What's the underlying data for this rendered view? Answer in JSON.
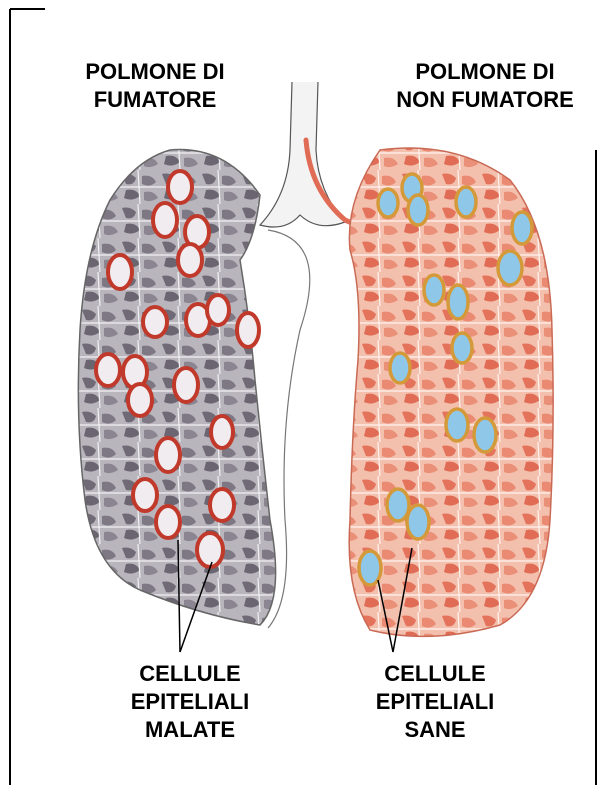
{
  "labels": {
    "smoker_lung": [
      "POLMONE DI",
      "FUMATORE"
    ],
    "nonsmoker_lung": [
      "POLMONE DI",
      "NON FUMATORE"
    ],
    "sick_cells": [
      "CELLULE",
      "EPITELIALI",
      "MALATE"
    ],
    "healthy_cells": [
      "CELLULE",
      "EPITELIALI",
      "SANE"
    ]
  },
  "colors": {
    "smoker_tissue": "#8a8590",
    "smoker_tissue_light": "#c9c6cc",
    "smoker_cell_border": "#c0392b",
    "nonsmoker_tissue": "#e8806a",
    "nonsmoker_tissue_light": "#f6c7b8",
    "healthy_cell_border": "#d49a3a",
    "healthy_cell_fill": "#8fc7e8",
    "frame": "#000000"
  }
}
